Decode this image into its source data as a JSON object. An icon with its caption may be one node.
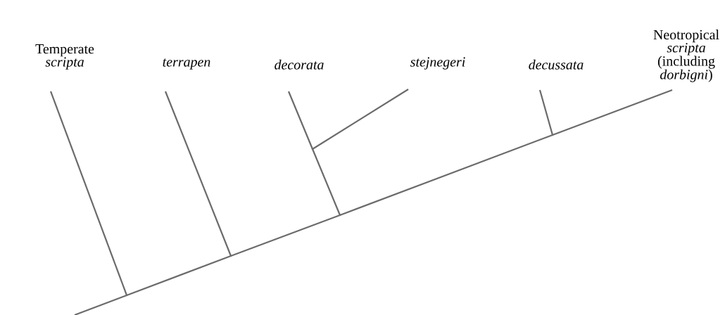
{
  "diagram": {
    "nodes": [
      {
        "text": [
          "Temperate *scripta*"
        ]
      },
      {
        "text": [
          "terrapen"
        ]
      },
      {
        "text": [
          "decorata"
        ]
      },
      {
        "text": [
          "stejnegeri"
        ]
      },
      {
        "text": [
          "decussata"
        ]
      },
      {
        "text": [
          "Neotropical *scripta* (including *dorbigni*)"
        ]
      },
      {
        "text": [],
        "shape": "dot"
      },
      {
        "text": [],
        "shape": "dot"
      },
      {
        "text": [],
        "shape": "dot"
      },
      {
        "text": [],
        "shape": "dot"
      },
      {
        "text": [],
        "shape": "dot"
      }
    ],
    "edges": [
      {
        "from": null,
        "to": 6,
        "arrow": "none"
      },
      {
        "from": 6,
        "to": 7,
        "arrow": "none"
      },
      {
        "from": 7,
        "to": 9,
        "arrow": "none"
      },
      {
        "from": 9,
        "to": 10,
        "arrow": "none"
      },
      {
        "from": 10,
        "to": 5,
        "arrow": "none"
      },
      {
        "from": 6,
        "to": 0,
        "arrow": "none"
      },
      {
        "from": 7,
        "to": 1,
        "arrow": "none"
      },
      {
        "from": 9,
        "to": 8,
        "arrow": "none"
      },
      {
        "from": 8,
        "to": 2,
        "arrow": "none"
      },
      {
        "from": 8,
        "to": 3,
        "arrow": "none"
      },
      {
        "from": 10,
        "to": 4,
        "arrow": "none"
      }
    ]
  }
}
